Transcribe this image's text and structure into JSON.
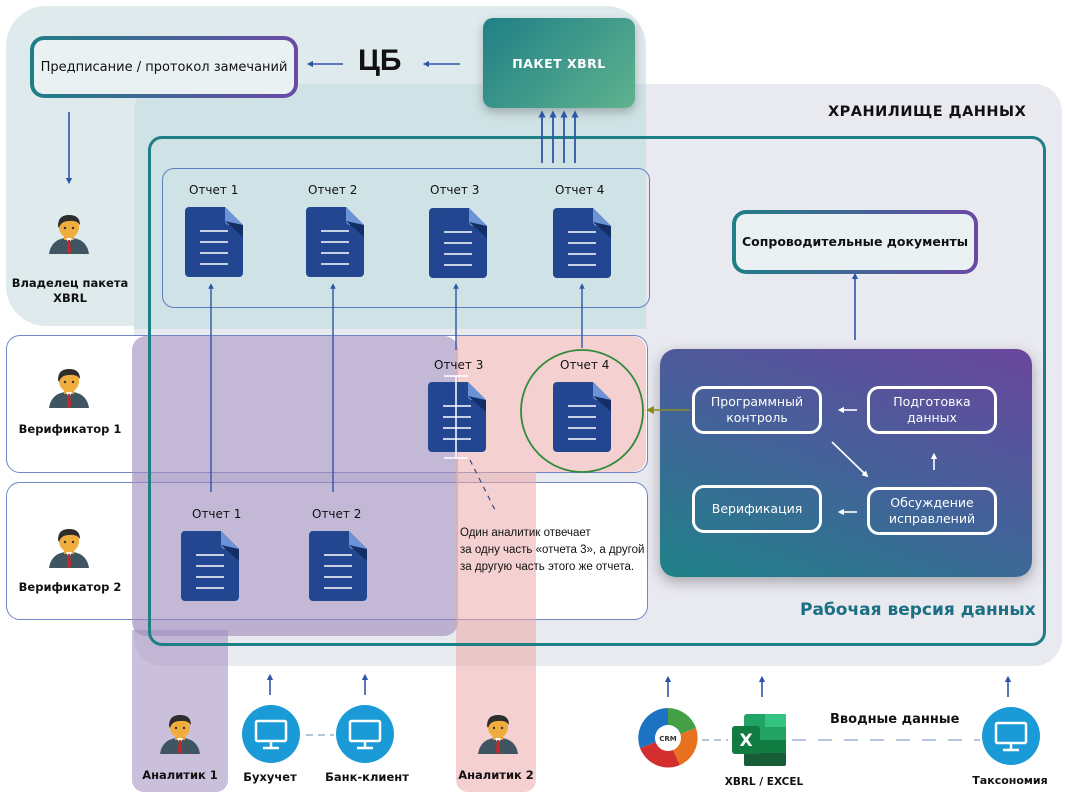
{
  "top": {
    "prescription": "Предписание / протокол замечаний",
    "regulator": "ЦБ",
    "package": "ПАКЕТ XBRL"
  },
  "storage": {
    "title": "ХРАНИЛИЩЕ ДАННЫХ",
    "reports": [
      "Отчет 1",
      "Отчет 2",
      "Отчет 3",
      "Отчет 4"
    ],
    "accompanying": "Сопроводительные документы"
  },
  "roles": {
    "owner": "Владелец пакета XBRL",
    "verifier1": "Верификатор 1",
    "verifier2": "Верификатор 2",
    "analyst1": "Аналитик 1",
    "analyst2": "Аналитик 2"
  },
  "verifier1_reports": [
    "Отчет 3",
    "Отчет 4"
  ],
  "verifier2_reports": [
    "Отчет 1",
    "Отчет 2"
  ],
  "note": {
    "line1": "Один аналитик отвечает",
    "line2": "за одну часть «отчета 3», а другой",
    "line3": "за другую часть этого же отчета."
  },
  "process": {
    "program_control": "Программный контроль",
    "data_prep": "Подготовка данных",
    "verification": "Верификация",
    "discussion": "Обсуждение исправлений"
  },
  "work_title": "Рабочая версия данных",
  "inputs": {
    "label": "Вводные данные",
    "accounting": "Бухучет",
    "bank_client": "Банк-клиент",
    "crm": "CRM",
    "xbrl_excel": "XBRL / EXCEL",
    "taxonomy": "Таксономия"
  },
  "colors": {
    "teal": "#1f7f86",
    "purple": "#6a4aa6",
    "arrow_blue": "#2f55a8",
    "doc_blue": "#22468f",
    "analyst1_band": "#b3a8cc",
    "analyst2_band": "#e8b8b8",
    "circle_green": "#2e8b3a",
    "olive_arrow": "#8a8a20"
  }
}
